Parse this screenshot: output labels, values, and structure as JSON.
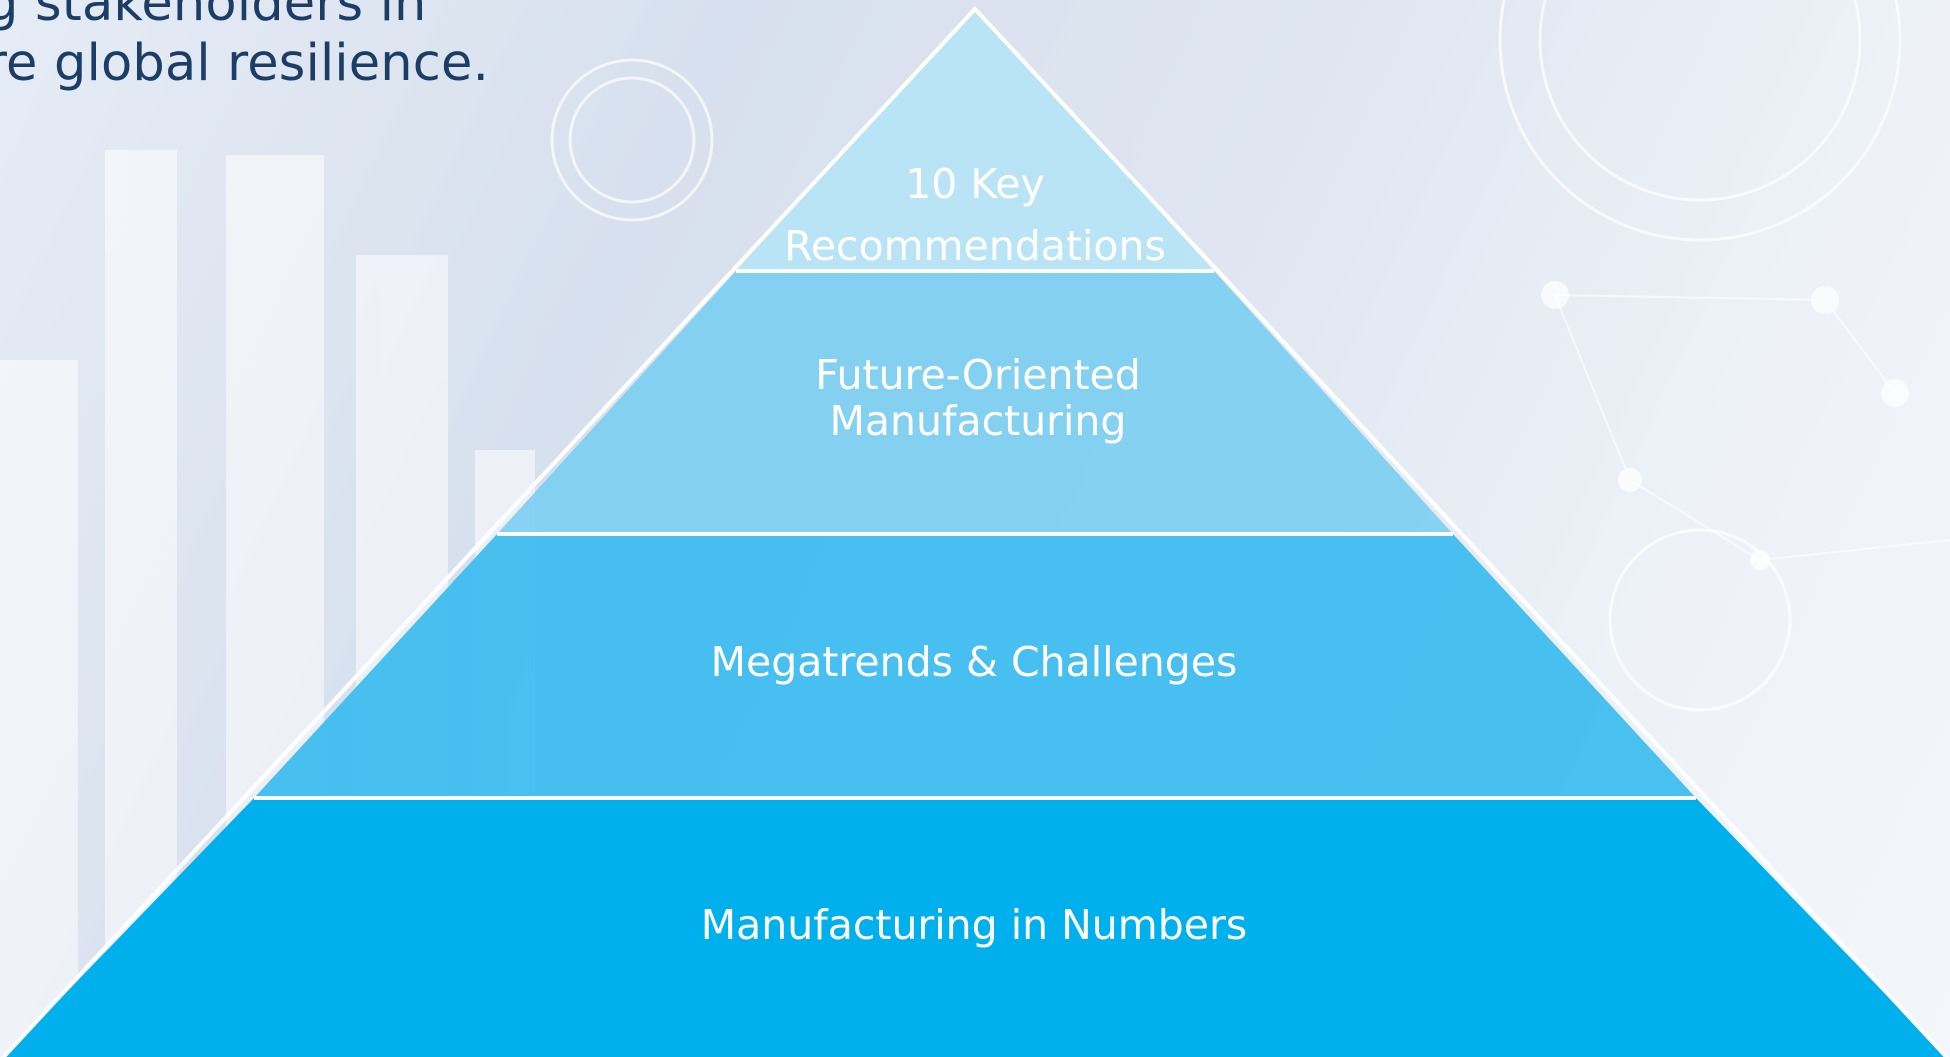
{
  "intro_text": {
    "line1": "g stakeholders in",
    "line2": "re global resilience."
  },
  "pyramid": {
    "tiers": [
      {
        "line1": "10 Key",
        "line2": "Recommendations",
        "color": "#b3e4f6"
      },
      {
        "line1": "Future-Oriented",
        "line2": "Manufacturing",
        "color": "#74cdf1"
      },
      {
        "line1": "Megatrends & Challenges",
        "line2": "",
        "color": "#3ebdef"
      },
      {
        "line1": "Manufacturing in Numbers",
        "line2": "",
        "color": "#00b0ed"
      }
    ],
    "divider_color": "#ffffff"
  }
}
